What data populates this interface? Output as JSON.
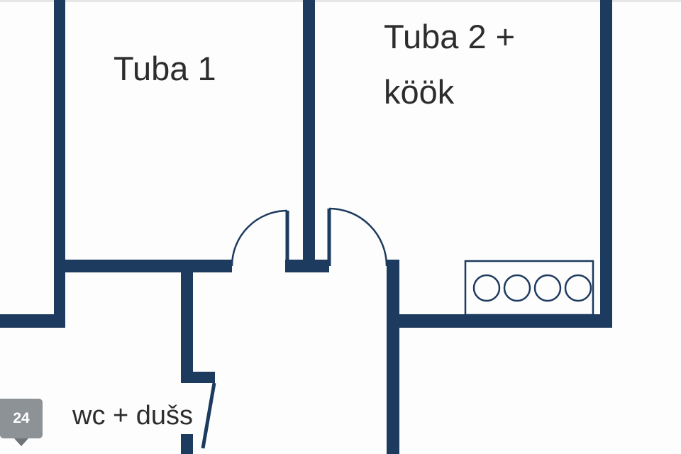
{
  "colors": {
    "wall": "#1d3a5f",
    "text": "#2d2d2d",
    "bg": "#fdfdfd",
    "badge_bg": "#8d9297",
    "badge_fold": "#70757a",
    "badge_text": "#ffffff"
  },
  "rooms": {
    "tuba1": {
      "label": "Tuba 1"
    },
    "tuba2": {
      "label": "Tuba 2 +\nköök"
    },
    "wc": {
      "label": "wc + dušs"
    }
  },
  "fixtures": {
    "cooktop": {
      "name": "cooktop",
      "burners": 4
    }
  },
  "badge": {
    "label": "24"
  }
}
